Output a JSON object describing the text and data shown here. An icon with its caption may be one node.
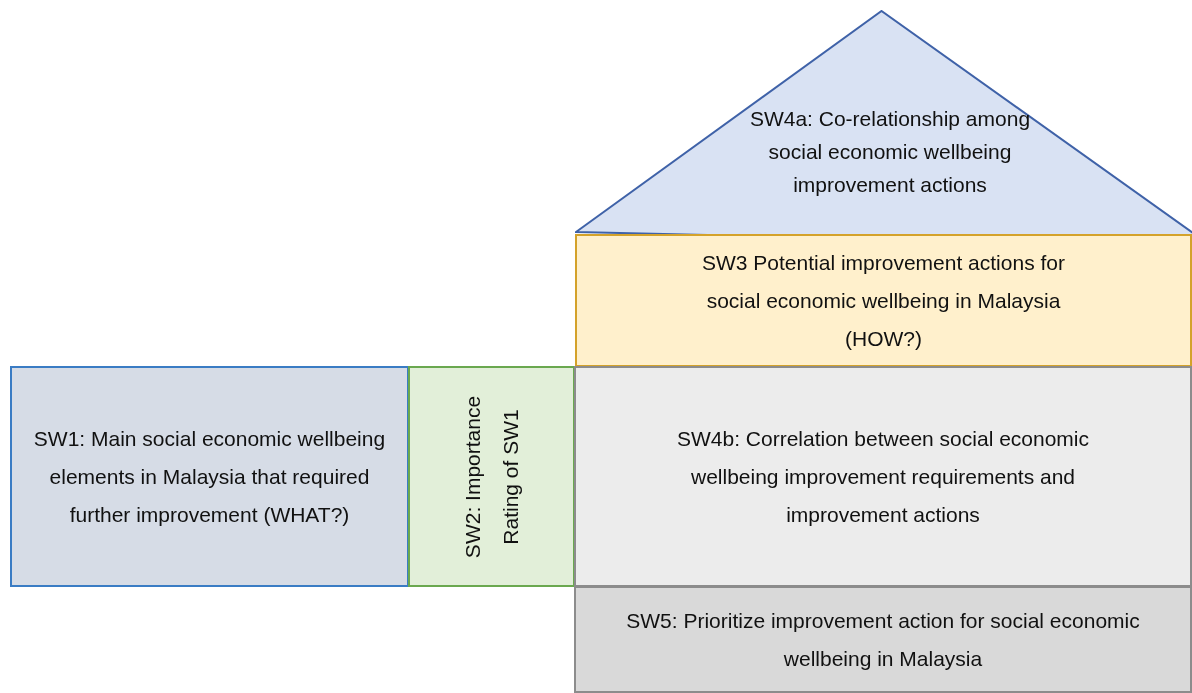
{
  "diagram": {
    "nodes": [
      {
        "text": [
          "SW4a: Co-relationship among social economic wellbeing improvement actions"
        ]
      },
      {
        "text": [
          "SW3 Potential improvement actions for social economic wellbeing in Malaysia (HOW?)"
        ]
      },
      {
        "text": [
          "SW1: Main social economic wellbeing elements in Malaysia that required further improvement (WHAT?)"
        ]
      },
      {
        "text": [
          "SW2: Importance Rating of SW1"
        ]
      },
      {
        "text": [
          "SW4b: Correlation between social economic wellbeing improvement requirements and improvement actions"
        ]
      },
      {
        "text": [
          "SW5: Prioritize improvement action for social economic wellbeing in Malaysia"
        ]
      }
    ]
  }
}
